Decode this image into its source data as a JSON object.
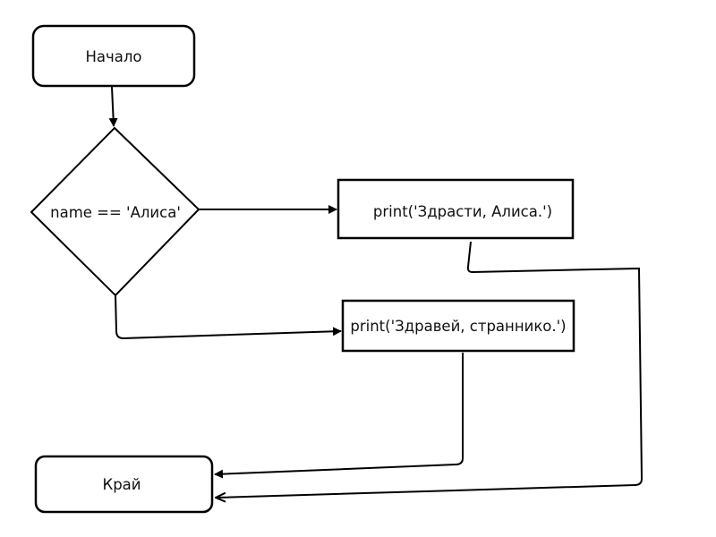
{
  "diagram": {
    "type": "flowchart",
    "nodes": [
      {
        "id": "start",
        "shape": "terminator",
        "label": "Начало"
      },
      {
        "id": "cond",
        "shape": "decision",
        "label": "name == 'Алиса'"
      },
      {
        "id": "print_alice",
        "shape": "process",
        "label": "print('Здрасти, Алиса.')"
      },
      {
        "id": "print_stranger",
        "shape": "process",
        "label": "print('Здравей, страннико.')"
      },
      {
        "id": "end",
        "shape": "terminator",
        "label": "Край"
      }
    ],
    "edges": [
      {
        "from": "start",
        "to": "cond"
      },
      {
        "from": "cond",
        "to": "print_alice",
        "branch": "right"
      },
      {
        "from": "cond",
        "to": "print_stranger",
        "branch": "bottom"
      },
      {
        "from": "print_stranger",
        "to": "end"
      },
      {
        "from": "print_alice",
        "to": "end"
      }
    ],
    "stroke_color": "#000000",
    "background": "#ffffff"
  }
}
